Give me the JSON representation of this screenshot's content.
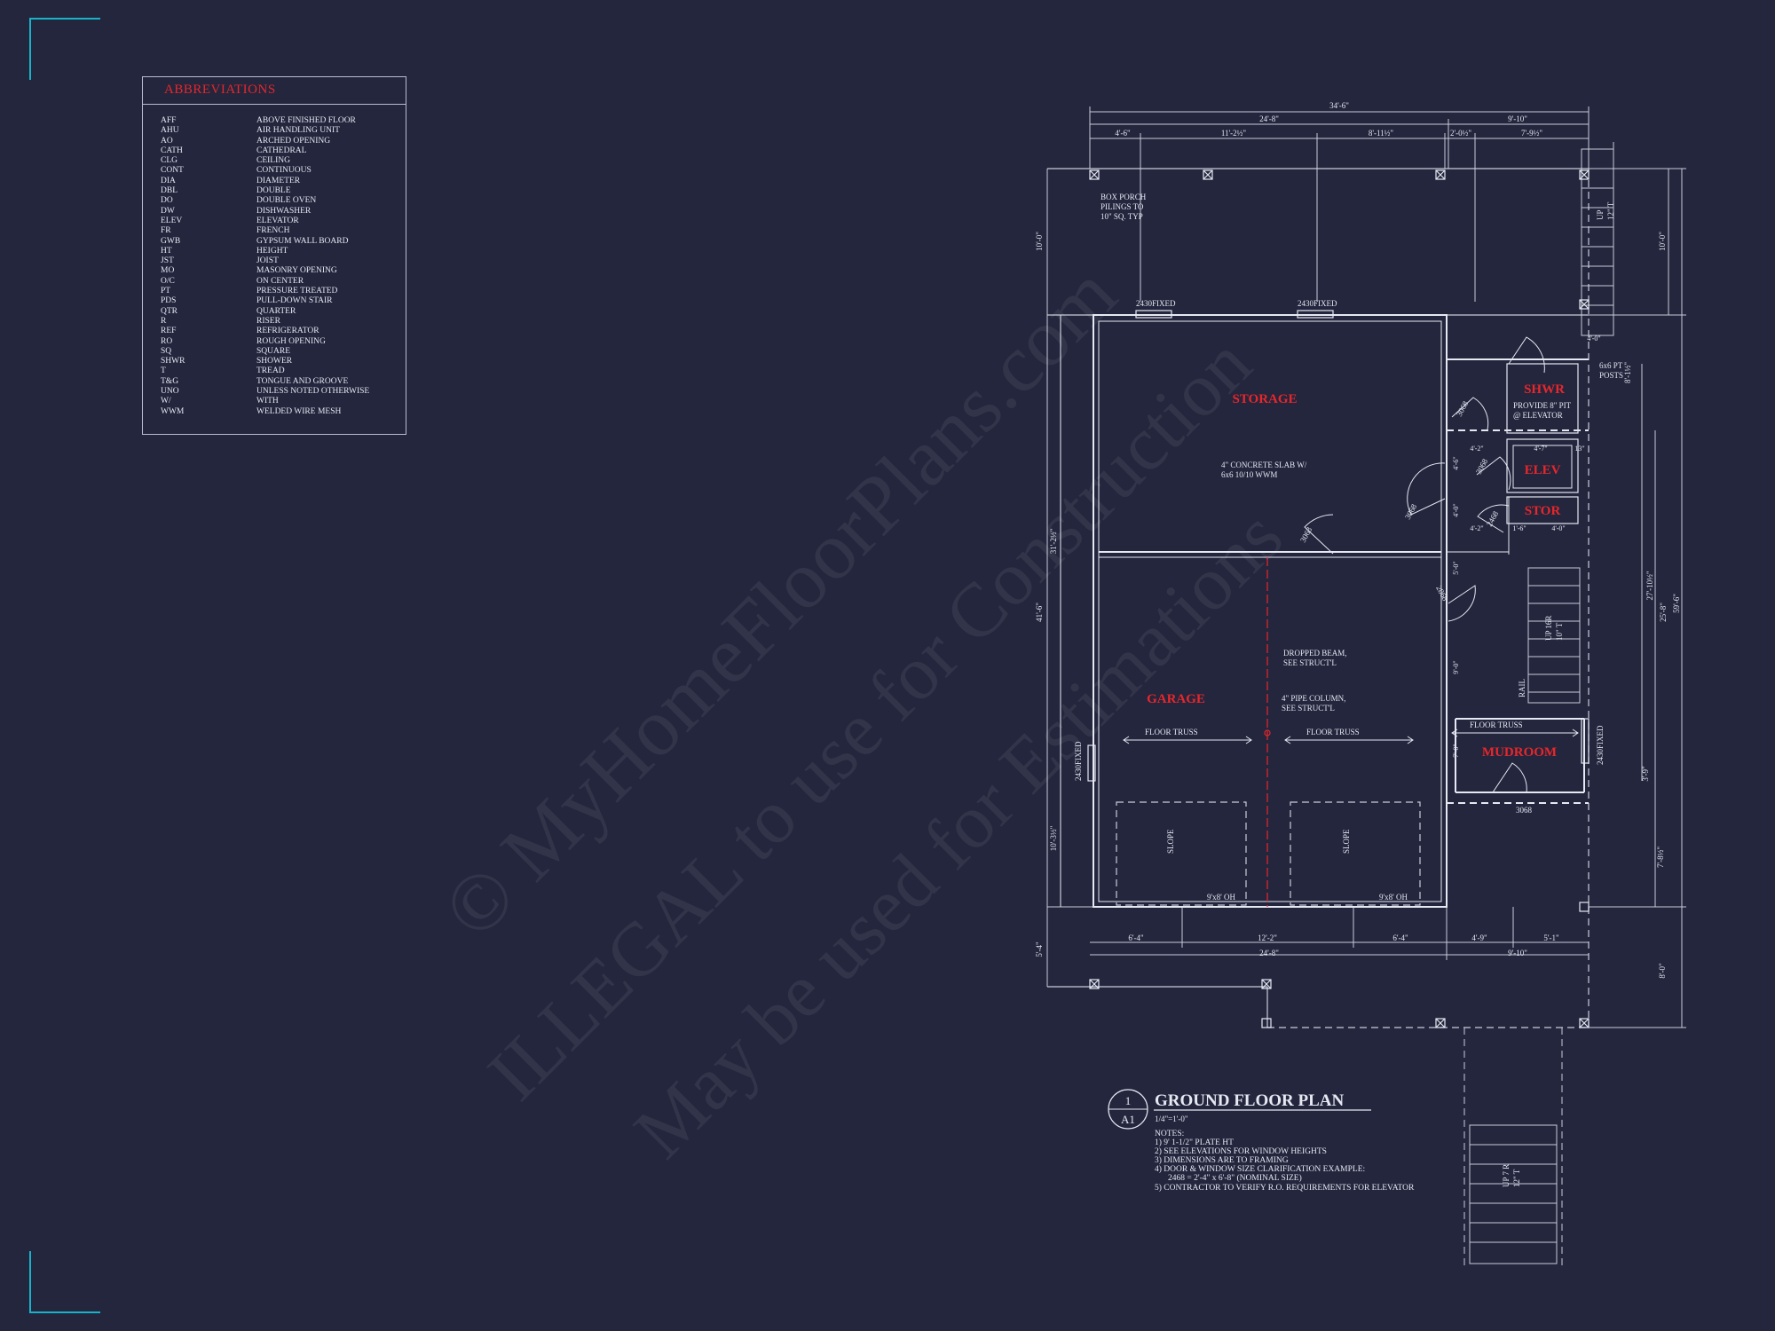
{
  "abbreviations": {
    "title": "ABBREVIATIONS",
    "items": [
      {
        "code": "AFF",
        "meaning": "ABOVE FINISHED FLOOR"
      },
      {
        "code": "AHU",
        "meaning": "AIR HANDLING UNIT"
      },
      {
        "code": "AO",
        "meaning": "ARCHED OPENING"
      },
      {
        "code": "CATH",
        "meaning": "CATHEDRAL"
      },
      {
        "code": "CLG",
        "meaning": "CEILING"
      },
      {
        "code": "CONT",
        "meaning": "CONTINUOUS"
      },
      {
        "code": "DIA",
        "meaning": "DIAMETER"
      },
      {
        "code": "DBL",
        "meaning": "DOUBLE"
      },
      {
        "code": "DO",
        "meaning": "DOUBLE OVEN"
      },
      {
        "code": "DW",
        "meaning": "DISHWASHER"
      },
      {
        "code": "ELEV",
        "meaning": "ELEVATOR"
      },
      {
        "code": "FR",
        "meaning": "FRENCH"
      },
      {
        "code": "GWB",
        "meaning": "GYPSUM WALL BOARD"
      },
      {
        "code": "HT",
        "meaning": "HEIGHT"
      },
      {
        "code": "JST",
        "meaning": "JOIST"
      },
      {
        "code": "MO",
        "meaning": "MASONRY OPENING"
      },
      {
        "code": "O/C",
        "meaning": "ON CENTER"
      },
      {
        "code": "PT",
        "meaning": "PRESSURE TREATED"
      },
      {
        "code": "PDS",
        "meaning": "PULL-DOWN STAIR"
      },
      {
        "code": "QTR",
        "meaning": "QUARTER"
      },
      {
        "code": "R",
        "meaning": "RISER"
      },
      {
        "code": "REF",
        "meaning": "REFRIGERATOR"
      },
      {
        "code": "RO",
        "meaning": "ROUGH OPENING"
      },
      {
        "code": "SQ",
        "meaning": "SQUARE"
      },
      {
        "code": "SHWR",
        "meaning": "SHOWER"
      },
      {
        "code": "T",
        "meaning": "TREAD"
      },
      {
        "code": "T&G",
        "meaning": "TONGUE AND GROOVE"
      },
      {
        "code": "UNO",
        "meaning": "UNLESS NOTED OTHERWISE"
      },
      {
        "code": "W/",
        "meaning": "WITH"
      },
      {
        "code": "WWM",
        "meaning": "WELDED WIRE MESH"
      }
    ]
  },
  "rooms": {
    "storage": "STORAGE",
    "garage": "GARAGE",
    "shwr": "SHWR",
    "elev": "ELEV",
    "stor": "STOR",
    "mudroom": "MUDROOM"
  },
  "dimensions": {
    "top_overall": "34'-6\"",
    "top_left": "24'-8\"",
    "top_right": "9'-10\"",
    "top_seg1": "4'-6\"",
    "top_seg2": "11'-2½\"",
    "top_seg3": "8'-11½\"",
    "top_seg4": "2'-0½\"",
    "top_seg5": "7'-9½\"",
    "bottom_seg1": "6'-4\"",
    "bottom_seg2": "12'-2\"",
    "bottom_seg3": "6'-4\"",
    "bottom_seg4": "4'-9\"",
    "bottom_seg5": "5'-1\"",
    "bottom_left": "24'-8\"",
    "bottom_right": "9'-10\"",
    "left_porch": "10'-0\"",
    "left_main": "41'-6\"",
    "left_upper": "31'-2½\"",
    "left_lower": "10'-3½\"",
    "left_bottom": "5'-4\"",
    "right_top": "10'-0\"",
    "right_overall": "59'-6\"",
    "right_mid1": "27'-10½\"",
    "right_mid2": "25'-8\"",
    "right_small1": "8'-1½\"",
    "right_small2": "3'-9\"",
    "right_small3": "7'-8½\"",
    "right_bottom": "8'-0\"",
    "stair_width": "4'-0\"",
    "d_4_2a": "4'-2\"",
    "d_4_7": "4'-7\"",
    "d_13": "13\"",
    "d_4_2b": "4'-2\"",
    "d_1_6": "1'-6\"",
    "d_4_0": "4'-0\"",
    "d_4_0v": "4'-0\"",
    "d_5_0": "5'-0\"",
    "d_9_0": "9'-0\"",
    "d_7_0": "7'-0\"",
    "d_4_6": "4'-6\""
  },
  "callouts": {
    "box_porch": [
      "BOX PORCH",
      "PILINGS TO",
      "10\" SQ. TYP"
    ],
    "window_fixed_1": "2430FIXED",
    "window_fixed_2": "2430FIXED",
    "window_fixed_left": "2430FIXED",
    "window_fixed_right": "2430FIXED",
    "concrete_slab": [
      "4\" CONCRETE SLAB W/",
      "6x6 10/10 WWM"
    ],
    "dropped_beam": [
      "DROPPED BEAM,",
      "SEE STRUCT'L"
    ],
    "pipe_column": [
      "4\" PIPE COLUMN,",
      "SEE STRUCT'L"
    ],
    "floor_truss_1": "FLOOR TRUSS",
    "floor_truss_2": "FLOOR TRUSS",
    "floor_truss_3": "FLOOR TRUSS",
    "garage_door_1": "9'x8' OH",
    "garage_door_2": "9'x8' OH",
    "slope_1": "SLOPE",
    "slope_2": "SLOPE",
    "pt_posts": [
      "6x6 PT",
      "POSTS"
    ],
    "elevator_pit": [
      "PROVIDE 8\" PIT",
      "@ ELEVATOR"
    ],
    "door_3068_a": "3068",
    "door_3068_b": "3068",
    "door_3068_c": "3068",
    "door_3068_d": "3068",
    "door_3068_e": "3068",
    "door_2468": "2468",
    "door_2868": "2868",
    "stair_interior": [
      "UP 16R",
      "10\" T"
    ],
    "stair_rail": "RAIL",
    "stair_top": [
      "UP",
      "12\" T"
    ],
    "stair_bottom": [
      "UP 7 R",
      "12\" T"
    ]
  },
  "plan_title": {
    "number": "1",
    "sheet": "A1",
    "name": "GROUND FLOOR PLAN",
    "scale": "1/4\"=1'-0\""
  },
  "notes": [
    "NOTES:",
    "1) 9' 1-1/2\" PLATE HT",
    "2) SEE ELEVATIONS FOR WINDOW HEIGHTS",
    "3) DIMENSIONS ARE TO FRAMING",
    "4) DOOR & WINDOW SIZE CLARIFICATION EXAMPLE:",
    "     2468 = 2'-4\" x 6'-8\" (NOMINAL SIZE)",
    "5) CONTRACTOR TO VERIFY R.O. REQUIREMENTS FOR ELEVATOR"
  ],
  "watermark": [
    "© MyHomeFloorPlans.com",
    "ILLEGAL to use for Construction",
    "May be used for Estimations"
  ]
}
